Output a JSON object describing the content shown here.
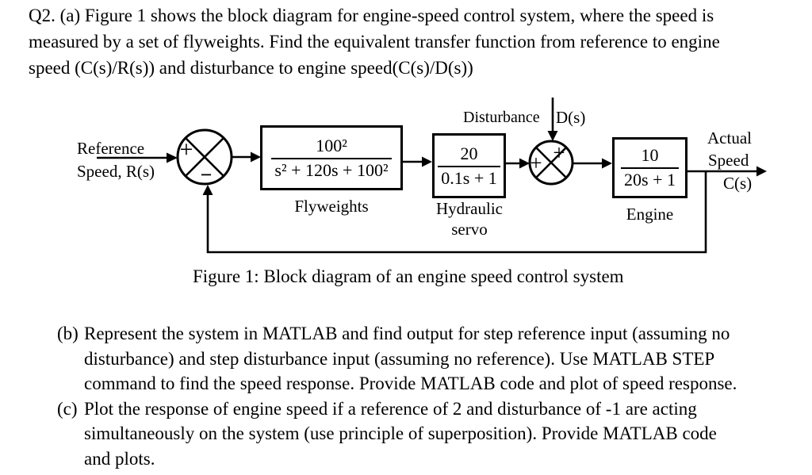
{
  "intro": {
    "lines": [
      "Q2. (a) Figure 1 shows the block diagram for engine-speed control system, where the speed is",
      "measured by a set of flyweights. Find the equivalent transfer function from reference to engine",
      "speed (C(s)/R(s)) and disturbance to engine speed(C(s)/D(s))"
    ]
  },
  "diagram": {
    "reference_label": {
      "line1": "Reference",
      "line2": "Speed, R(s)"
    },
    "sum1": {
      "left_sign": "+",
      "bottom_sign": "−"
    },
    "flyweights": {
      "numerator": "100²",
      "denominator": "s² + 120s + 100²",
      "label": "Flyweights"
    },
    "hydraulic": {
      "numerator": "20",
      "denominator": "0.1s + 1",
      "label_line1": "Hydraulic",
      "label_line2": "servo"
    },
    "disturbance": {
      "label": "Disturbance",
      "signal": "D(s)"
    },
    "sum2": {
      "left_sign": "+",
      "top_sign": "+"
    },
    "engine": {
      "numerator": "10",
      "denominator": "20s + 1",
      "label": "Engine"
    },
    "output_label": {
      "line1": "Actual",
      "line2": "Speed",
      "line3": "C(s)"
    },
    "caption": "Figure 1: Block diagram of an engine speed control system"
  },
  "tasks": [
    {
      "marker": "(b)",
      "lines": [
        "Represent the system in MATLAB and find output for step reference input (assuming no",
        "disturbance) and step disturbance input (assuming no reference). Use MATLAB STEP",
        "command to find the speed response. Provide MATLAB code and plot of speed response."
      ]
    },
    {
      "marker": "(c)",
      "lines": [
        "Plot the response of engine speed if a reference of 2 and disturbance of -1 are acting",
        "simultaneously on the system (use principle of superposition). Provide MATLAB code",
        "and plots."
      ]
    }
  ]
}
